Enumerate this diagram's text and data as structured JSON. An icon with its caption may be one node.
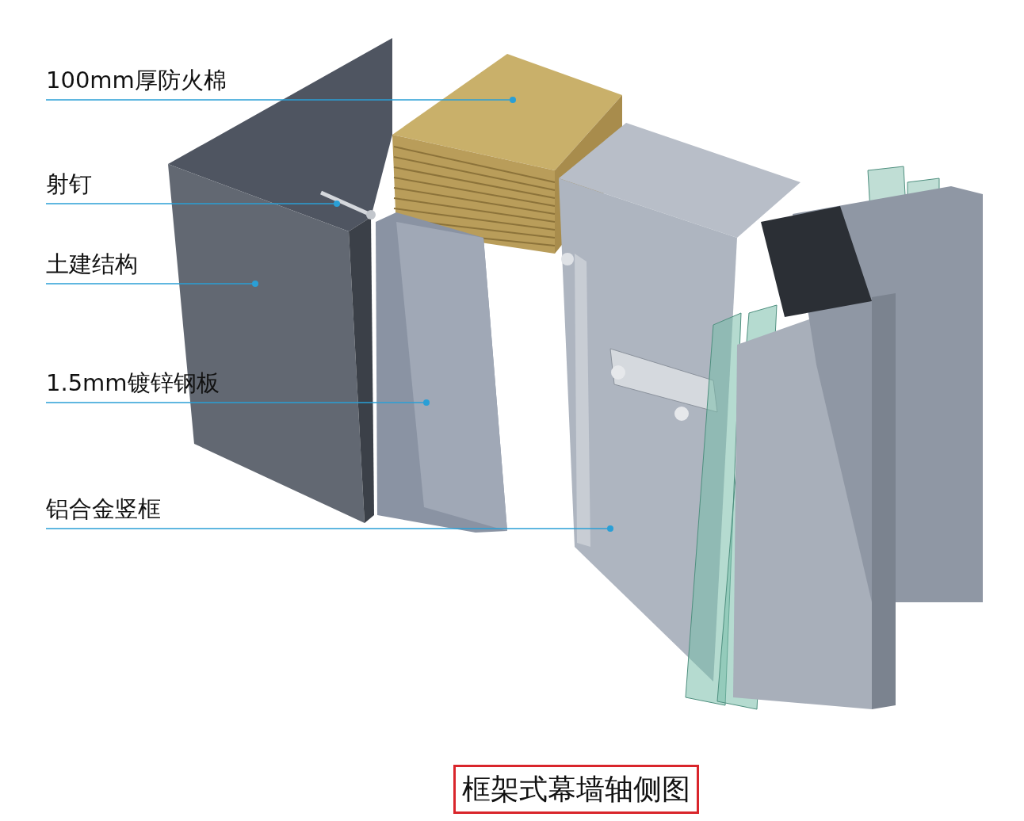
{
  "diagram": {
    "caption": "框架式幕墙轴侧图",
    "nodes": [
      {
        "text": [
          "100mm厚防火棉"
        ]
      },
      {
        "text": [
          "射钉"
        ]
      },
      {
        "text": [
          "土建结构"
        ]
      },
      {
        "text": [
          "1.5mm镀锌钢板"
        ]
      },
      {
        "text": [
          "铝合金竖框"
        ]
      },
      {
        "text": [],
        "shape": "picture"
      },
      {
        "text": [],
        "shape": "picture"
      },
      {
        "text": [],
        "shape": "picture"
      },
      {
        "text": [],
        "shape": "picture"
      },
      {
        "text": [],
        "shape": "picture"
      }
    ],
    "edges": [
      {
        "from": 0,
        "to": 5,
        "arrow": "other"
      },
      {
        "from": 1,
        "to": 6,
        "arrow": "other"
      },
      {
        "from": 2,
        "to": 7,
        "arrow": "other"
      },
      {
        "from": 3,
        "to": 8,
        "arrow": "other"
      },
      {
        "from": 4,
        "to": 9,
        "arrow": "other"
      }
    ]
  }
}
